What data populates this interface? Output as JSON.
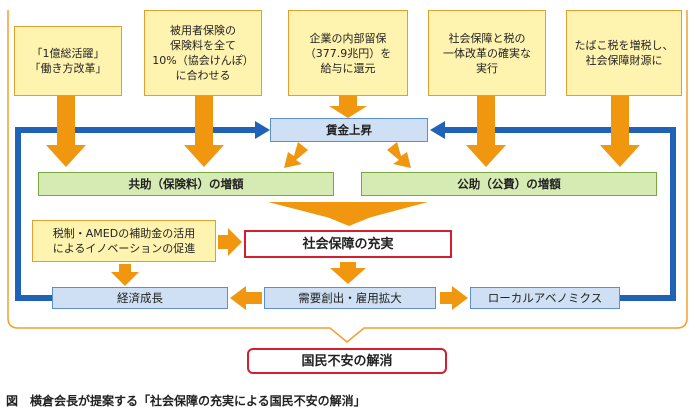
{
  "inputs": [
    "「1億総活躍」\n「働き方改革」",
    "被用者保険の\n保険料を全て\n10%（協会けんぽ）\nに合わせる",
    "企業の内部留保\n（377.9兆円）を\n給与に還元",
    "社会保障と税の\n一体改革の確実な\n実行",
    "たばこ税を増税し、\n社会保障財源に"
  ],
  "wage_rise": "賃金上昇",
  "mutual_aid": "共助（保険料）の増額",
  "public_aid": "公助（公費）の増額",
  "innovation": "税制・AMEDの補助金の活用\nによるイノベーションの促進",
  "social_security": "社会保障の充実",
  "economic_growth": "経済成長",
  "demand": "需要創出・雇用拡大",
  "local_abenomics": "ローカルアベノミクス",
  "resolution": "国民不安の解消",
  "caption": "図　横倉会長が提案する「社会保障の充実による国民不安の解消」",
  "colors": {
    "orange": "#f0960f",
    "blue": "#1f62b8",
    "yellow_fill": "#fff3b0",
    "blue_fill": "#cfe0f4",
    "green_fill": "#d6eab4",
    "red_border": "#d22030"
  }
}
